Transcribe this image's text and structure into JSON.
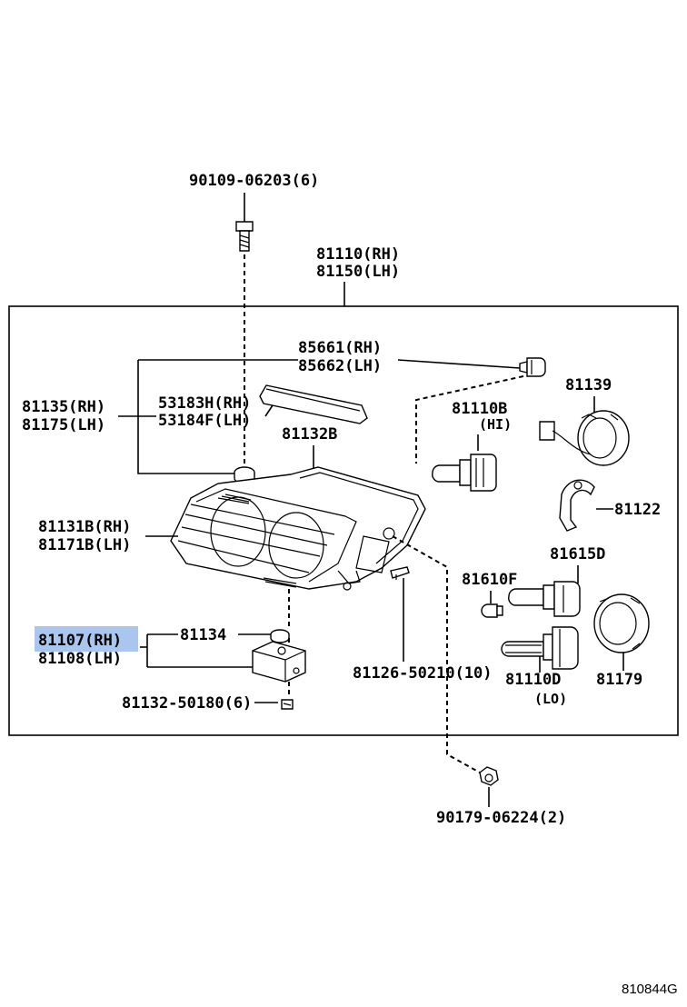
{
  "colors": {
    "highlight": "#a9c7ee",
    "ink": "#000000",
    "background": "#ffffff"
  },
  "labels": {
    "bolt_top": "90109-06203(6)",
    "unit_rh": "81110(RH)",
    "unit_lh": "81150(LH)",
    "p85661": "85661(RH)",
    "p85662": "85662(LH)",
    "p81135": "81135(RH)",
    "p81175": "81175(LH)",
    "p53183": "53183H(RH)",
    "p53184": "53184F(LH)",
    "p81132b": "81132B",
    "p81110b": "81110B",
    "hi": "(HI)",
    "p81139": "81139",
    "p81131b": "81131B(RH)",
    "p81171b": "81171B(LH)",
    "p81122": "81122",
    "p81615d": "81615D",
    "p81610f": "81610F",
    "p81107": "81107(RH)",
    "p81108": "81108(LH)",
    "p81134": "81134",
    "p81126": "81126-50210(10)",
    "p81110d": "81110D",
    "lo": "(LO)",
    "p81179": "81179",
    "screw": "81132-50180(6)",
    "nut_bottom": "90179-06224(2)",
    "diagram_id": "810844G"
  }
}
